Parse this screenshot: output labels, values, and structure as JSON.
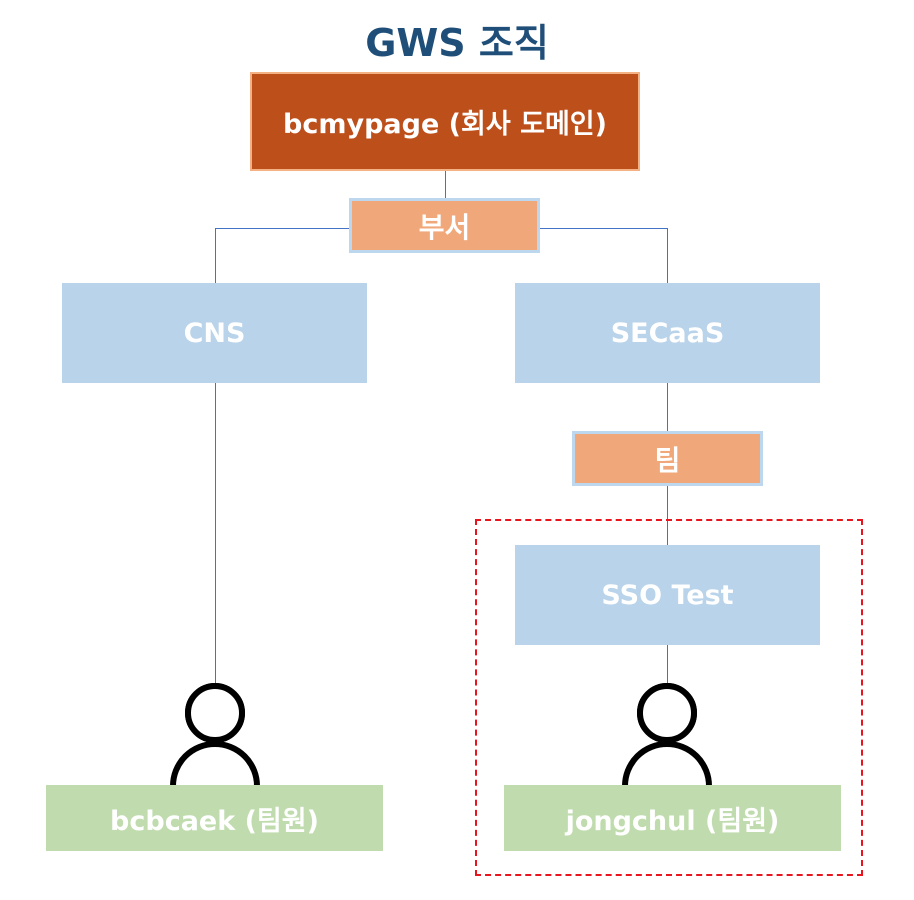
{
  "title": "GWS 조직",
  "root": {
    "label": "bcmypage (회사 도메인)"
  },
  "levels": {
    "department": "부서",
    "team": "팀"
  },
  "departments": [
    {
      "label": "CNS"
    },
    {
      "label": "SECaaS"
    }
  ],
  "teams": [
    {
      "label": "SSO Test"
    }
  ],
  "members": [
    {
      "label": "bcbcaek (팀원)",
      "icon": "person-icon"
    },
    {
      "label": "jongchul (팀원)",
      "icon": "person-icon"
    }
  ],
  "colors": {
    "title": "#1f4e79",
    "root": "#bd4f1b",
    "level_label": "#f0a87a",
    "node": "#b8d3ea",
    "member": "#c0dcae",
    "connector": "#4472c4",
    "highlight": "#e8141e"
  }
}
